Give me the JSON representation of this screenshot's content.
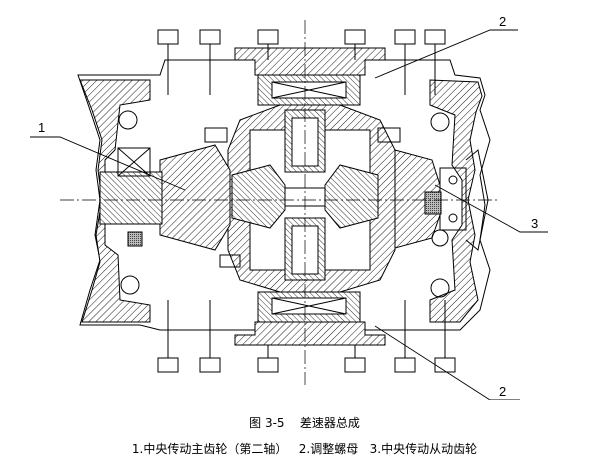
{
  "figure": {
    "caption": "图 3-5    差速器总成",
    "legend": "1.中央传动主齿轮（第二轴）   2.调整螺母   3.中央传动从动齿轮"
  },
  "callouts": [
    {
      "id": "1",
      "label": "1"
    },
    {
      "id": "2-top",
      "label": "2"
    },
    {
      "id": "3",
      "label": "3"
    },
    {
      "id": "2-bottom",
      "label": "2"
    }
  ],
  "colors": {
    "line": "#000000",
    "hatch": "#000000",
    "background": "#ffffff"
  }
}
